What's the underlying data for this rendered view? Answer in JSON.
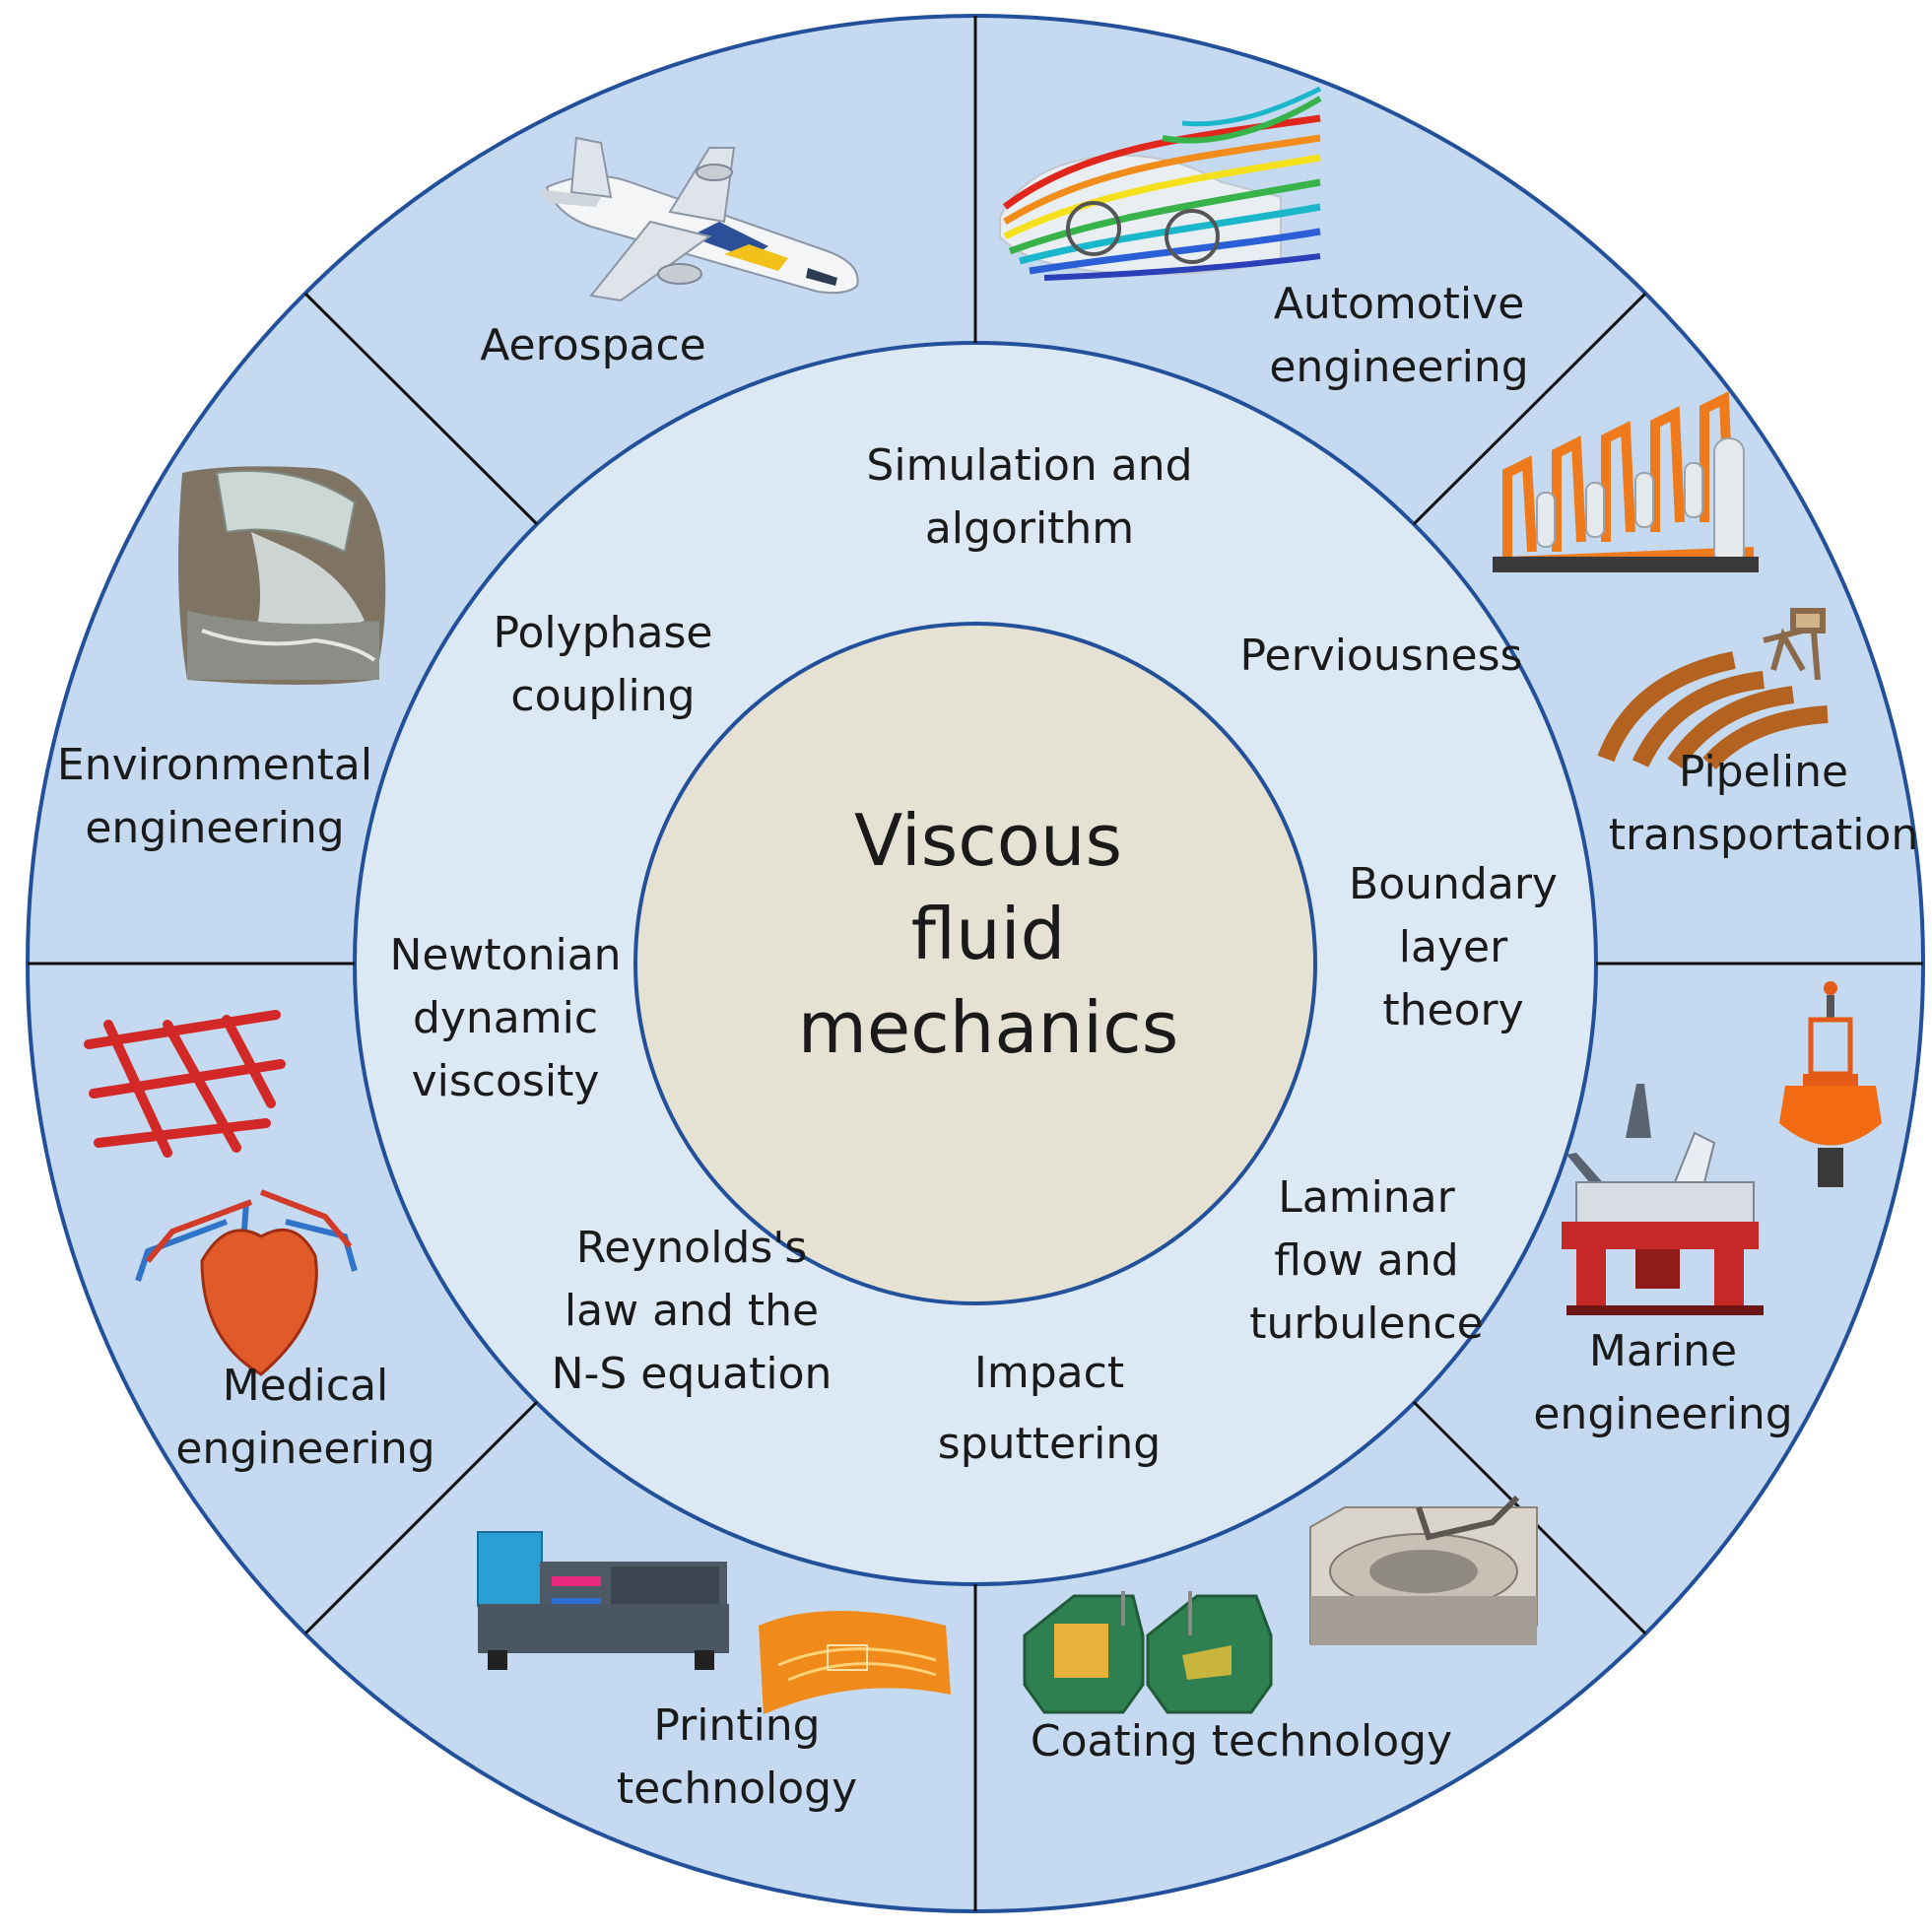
{
  "center": {
    "lines": [
      "Viscous",
      "fluid",
      "mechanics"
    ]
  },
  "concepts": [
    {
      "id": "simulation",
      "lines": [
        "Simulation and",
        "algorithm"
      ]
    },
    {
      "id": "perviousness",
      "lines": [
        "Perviousness"
      ]
    },
    {
      "id": "boundary-layer",
      "lines": [
        "Boundary",
        "layer",
        "theory"
      ]
    },
    {
      "id": "laminar",
      "lines": [
        "Laminar",
        "flow and",
        "turbulence"
      ]
    },
    {
      "id": "impact",
      "lines": [
        "Impact",
        "sputtering"
      ]
    },
    {
      "id": "reynolds",
      "lines": [
        "Reynolds's",
        "law and the",
        "N-S equation"
      ]
    },
    {
      "id": "newtonian",
      "lines": [
        "Newtonian",
        "dynamic",
        "viscosity"
      ]
    },
    {
      "id": "polyphase",
      "lines": [
        "Polyphase",
        "coupling"
      ]
    }
  ],
  "applications": [
    {
      "id": "aerospace",
      "lines": [
        "Aerospace"
      ],
      "icon": "airplane-icon"
    },
    {
      "id": "automotive",
      "lines": [
        "Automotive",
        "engineering"
      ],
      "icon": "car-airflow-icon"
    },
    {
      "id": "pipeline",
      "lines": [
        "Pipeline",
        "transportation"
      ],
      "icon": "pipeline-icon"
    },
    {
      "id": "marine",
      "lines": [
        "Marine",
        "engineering"
      ],
      "icon": "offshore-platform-icon"
    },
    {
      "id": "coating",
      "lines": [
        "Coating technology"
      ],
      "icon": "coating-machine-icon"
    },
    {
      "id": "printing",
      "lines": [
        "Printing",
        "technology"
      ],
      "icon": "printing-press-icon"
    },
    {
      "id": "medical",
      "lines": [
        "Medical",
        "engineering"
      ],
      "icon": "heart-icon"
    },
    {
      "id": "environmental",
      "lines": [
        "Environmental",
        "engineering"
      ],
      "icon": "wastewater-icon"
    }
  ],
  "colors": {
    "outer_ring": "#c5daf0",
    "inner_ring": "#dce8f4",
    "center": "#e6e2d3",
    "stroke": "#23509a",
    "divider": "#111111"
  }
}
